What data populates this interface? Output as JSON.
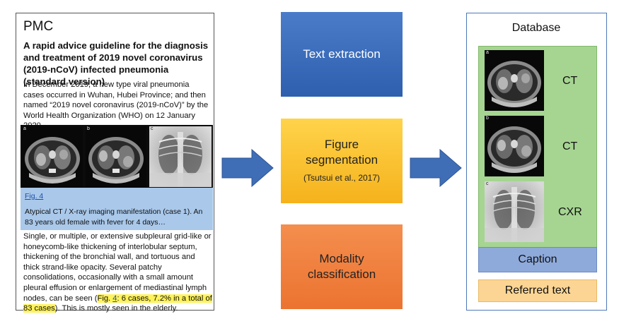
{
  "article": {
    "source": "PMC",
    "title": "A rapid advice guideline for the diagnosis and treatment of 2019 novel coronavirus (2019-nCoV) infected pneumonia (standard version)",
    "intro": "In December 2019, a new type viral pneumonia cases occurred in Wuhan, Hubei Province; and then named “2019 novel coronavirus (2019-nCoV)” by the World Health Organization (WHO) on 12 January 2020.",
    "panel_letters": [
      "a",
      "b",
      "c"
    ],
    "fig_link": "Fig. 4",
    "caption": "Atypical CT / X-ray imaging manifestation (case 1). An 83 years old female with fever for 4 days…",
    "body_text": "Single, or multiple, or extensive subpleural grid-like or honeycomb-like thickening of interlobular septum, thickening of the bronchial wall, and tortuous and thick strand-like opacity. Several patchy consolidations, occasionally with a small amount pleural effusion or enlargement of mediastinal lymph nodes, can be seen (",
    "highlight_prefix": "Fig. ",
    "highlight_link": "4",
    "highlight_suffix": ": 6 cases, 7.2% in a total of 83 cases",
    "body_end": "). This is mostly seen in the elderly."
  },
  "pipeline": {
    "text_extraction": "Text extraction",
    "figure_segmentation": "Figure segmentation",
    "figure_segmentation_cite": "(Tsutsui et al., 2017)",
    "modality_classification": "Modality classification"
  },
  "database": {
    "title": "Database",
    "items": [
      {
        "letter": "a",
        "modality": "CT"
      },
      {
        "letter": "b",
        "modality": "CT"
      },
      {
        "letter": "c",
        "modality": "CXR"
      }
    ],
    "caption_label": "Caption",
    "referred_label": "Referred text"
  },
  "colors": {
    "text_extraction": "#3a6dbd",
    "figure_segmentation": "#f7c12f",
    "modality_classification": "#ef7d3a",
    "arrow": "#3f6eb6",
    "database_images_bg": "#a6d592",
    "caption_bg": "#8eaadb",
    "referred_bg": "#fcd594",
    "article_caption_bg": "#a9c8ea",
    "highlight": "#fff35a"
  }
}
